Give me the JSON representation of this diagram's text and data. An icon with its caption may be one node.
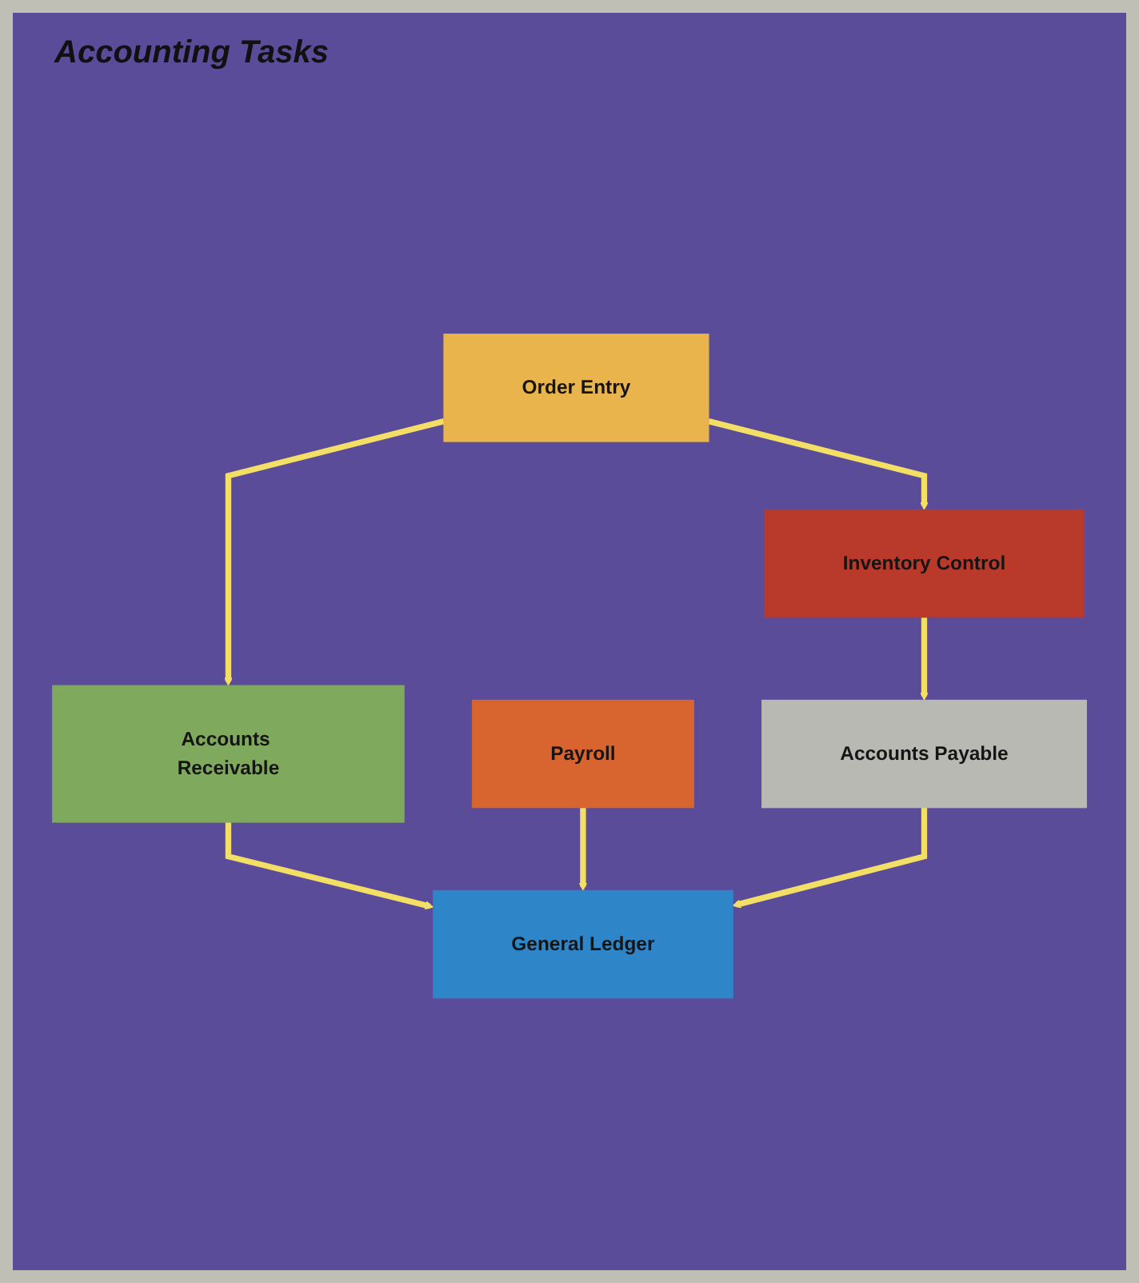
{
  "diagram": {
    "title": "Accounting Tasks",
    "nodes": [
      {
        "text": [
          "Order Entry"
        ]
      },
      {
        "text": [
          "Inventory Control"
        ]
      },
      {
        "text": [
          "Accounts Receivable"
        ]
      },
      {
        "text": [
          "Accounts Payable"
        ]
      },
      {
        "text": [
          "General Ledger"
        ]
      },
      {
        "text": [
          "Payroll"
        ]
      }
    ],
    "edges": [
      {
        "from": 0,
        "to": 1,
        "arrow": "to"
      },
      {
        "from": 1,
        "to": 3,
        "arrow": "to"
      },
      {
        "from": 0,
        "to": 2,
        "arrow": "to"
      },
      {
        "from": 2,
        "to": 4,
        "arrow": "to"
      },
      {
        "from": 5,
        "to": 4,
        "arrow": "to"
      },
      {
        "from": 3,
        "to": 4,
        "arrow": "to"
      }
    ]
  }
}
